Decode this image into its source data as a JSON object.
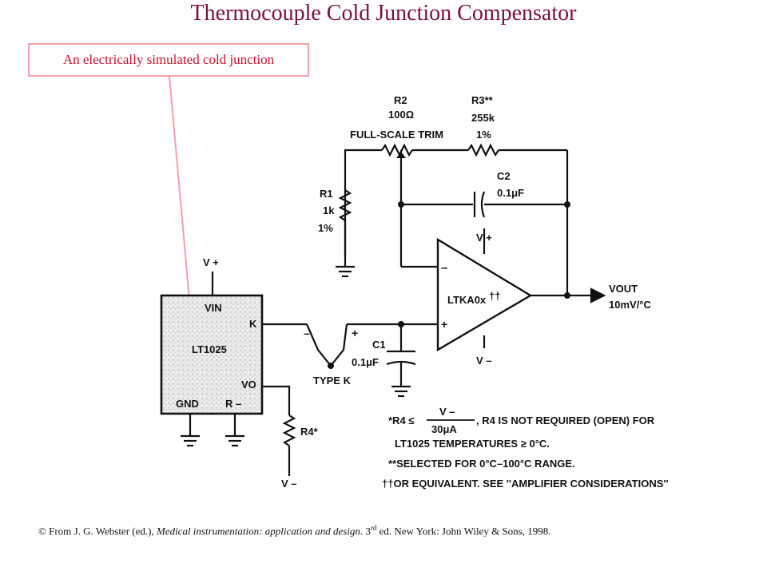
{
  "title": "Thermocouple Cold Junction Compensator",
  "callout": "An electrically simulated cold junction",
  "schematic": {
    "r2": {
      "name": "R2",
      "value": "100Ω",
      "note": "FULL-SCALE TRIM"
    },
    "r3": {
      "name": "R3**",
      "value": "255k",
      "tol": "1%"
    },
    "r1": {
      "name": "R1",
      "value": "1k",
      "tol": "1%"
    },
    "c2": {
      "name": "C2",
      "value": "0.1μF"
    },
    "c1": {
      "name": "C1",
      "value": "0.1μF"
    },
    "r4": {
      "name": "R4*"
    },
    "opamp": {
      "name": "LTKA0x",
      "mark": "††",
      "vplus": "V +",
      "vminus": "V –",
      "inv": "–",
      "noninv": "+"
    },
    "ic": {
      "name": "LT1025",
      "vin": "VIN",
      "k": "K",
      "vo": "VO",
      "gnd": "GND",
      "rminus": "R –",
      "vplus": "V +"
    },
    "thermocouple": {
      "label": "TYPE K",
      "minus": "–",
      "plus": "+"
    },
    "output": {
      "label": "VOUT",
      "scale": "10mV/°C"
    },
    "r4_bottom": "V –",
    "notes": {
      "n1a": "*R4 ≤",
      "n1num": "V –",
      "n1den": "30μA",
      "n1b": ", R4 IS NOT REQUIRED (OPEN) FOR",
      "n2": "LT1025 TEMPERATURES ≥ 0°C.",
      "n3": "**SELECTED FOR 0°C–100°C RANGE.",
      "n4": "††OR EQUIVALENT. SEE ''AMPLIFIER CONSIDERATIONS''"
    }
  },
  "citation": {
    "prefix": "© From J. G. Webster (ed.), ",
    "book": "Medical instrumentation: application and design",
    "mid": ". 3",
    "sup": "rd",
    "suffix": " ed. New York: John Wiley & Sons, 1998."
  }
}
